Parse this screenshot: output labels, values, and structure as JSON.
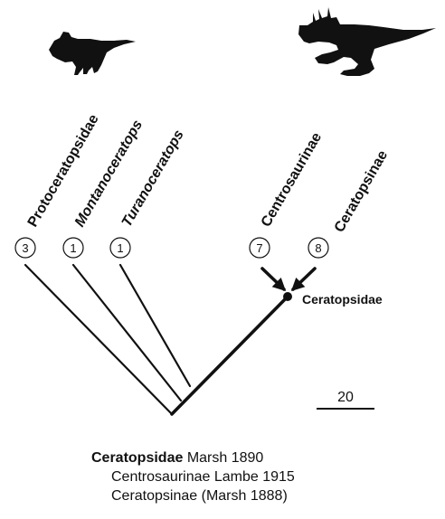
{
  "taxa": [
    {
      "name": "Protoceratopsidae",
      "count": "3",
      "italic": false
    },
    {
      "name": "Montanoceratops",
      "count": "1",
      "italic": true
    },
    {
      "name": "Turanoceratops",
      "count": "1",
      "italic": true
    },
    {
      "name": "Centrosaurinae",
      "count": "7",
      "italic": false
    },
    {
      "name": "Ceratopsinae",
      "count": "8",
      "italic": false
    }
  ],
  "clade_label": "Ceratopsidae",
  "scale_bar": {
    "label": "20"
  },
  "classification": [
    {
      "name": "Ceratopsidae",
      "authority": " Marsh 1890",
      "bold_name": true
    },
    {
      "name": "Centrosaurinae",
      "authority": " Lambe 1915",
      "bold_name": false
    },
    {
      "name": "Ceratopsinae",
      "authority": " (Marsh 1888)",
      "bold_name": false
    }
  ],
  "icons": [
    "protoceratops-silhouette-icon",
    "ceratopsid-silhouette-icon"
  ]
}
